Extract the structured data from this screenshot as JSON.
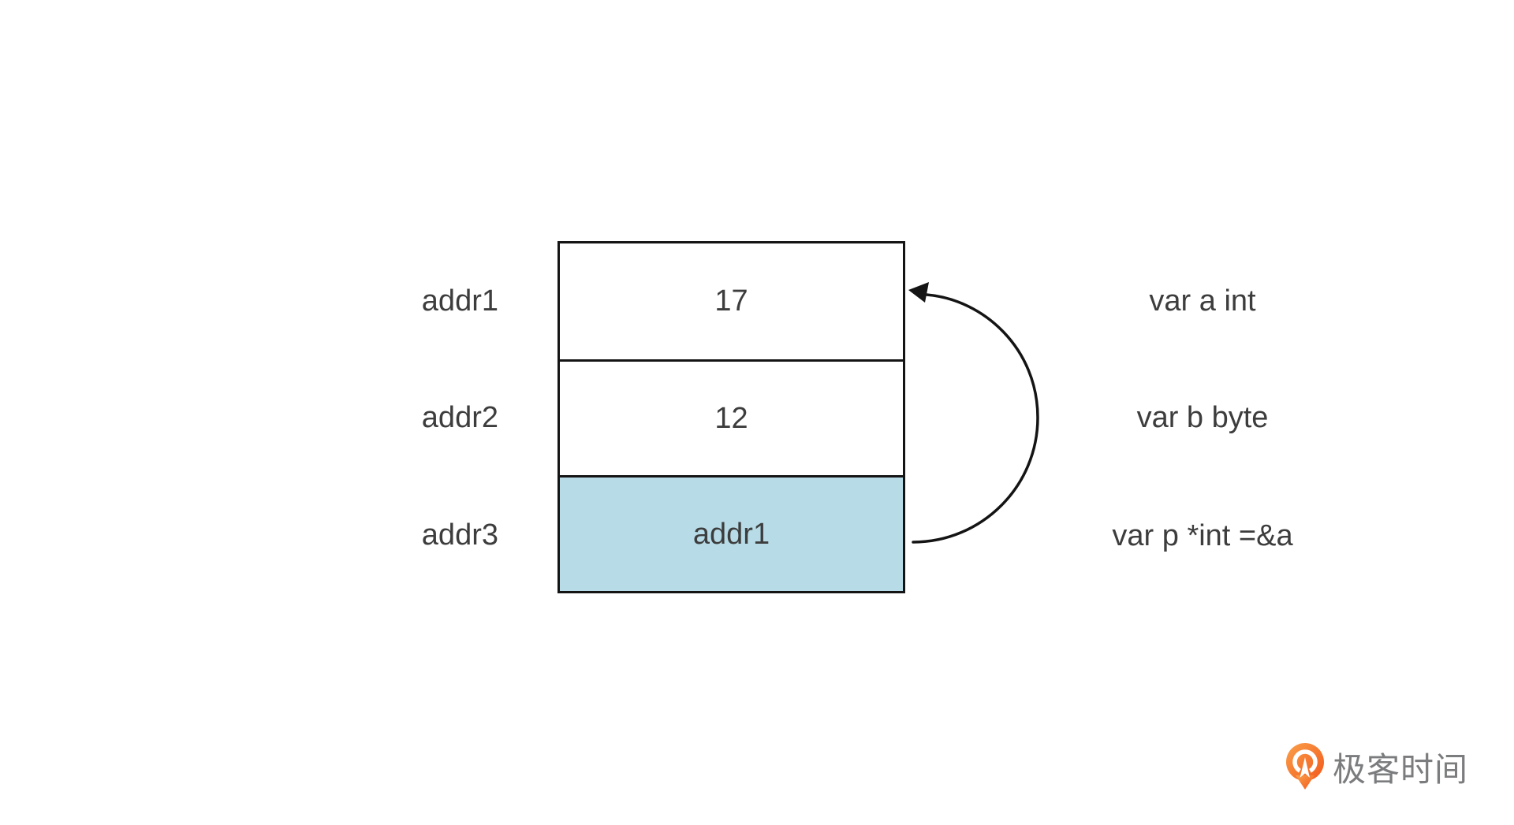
{
  "diagram": {
    "memory_table": {
      "rows": [
        {
          "address": "addr1",
          "value": "17",
          "annotation": "var a int",
          "highlighted": false
        },
        {
          "address": "addr2",
          "value": "12",
          "annotation": "var b byte",
          "highlighted": false
        },
        {
          "address": "addr3",
          "value": "addr1",
          "annotation": "var p *int =&a",
          "highlighted": true
        }
      ]
    },
    "pointer_arrow": {
      "from_cell": "addr3",
      "to_row": "addr1"
    }
  },
  "logo": {
    "text": "极客时间",
    "icon": "geektime-pin-icon"
  },
  "colors": {
    "background": "#ffffff",
    "table_border": "#141414",
    "highlight_cell": "#b7dce8",
    "text": "#3d3d3d",
    "arrow": "#141414",
    "logo_orange": "#f8681f",
    "logo_text_gray": "#7b7c7e"
  }
}
